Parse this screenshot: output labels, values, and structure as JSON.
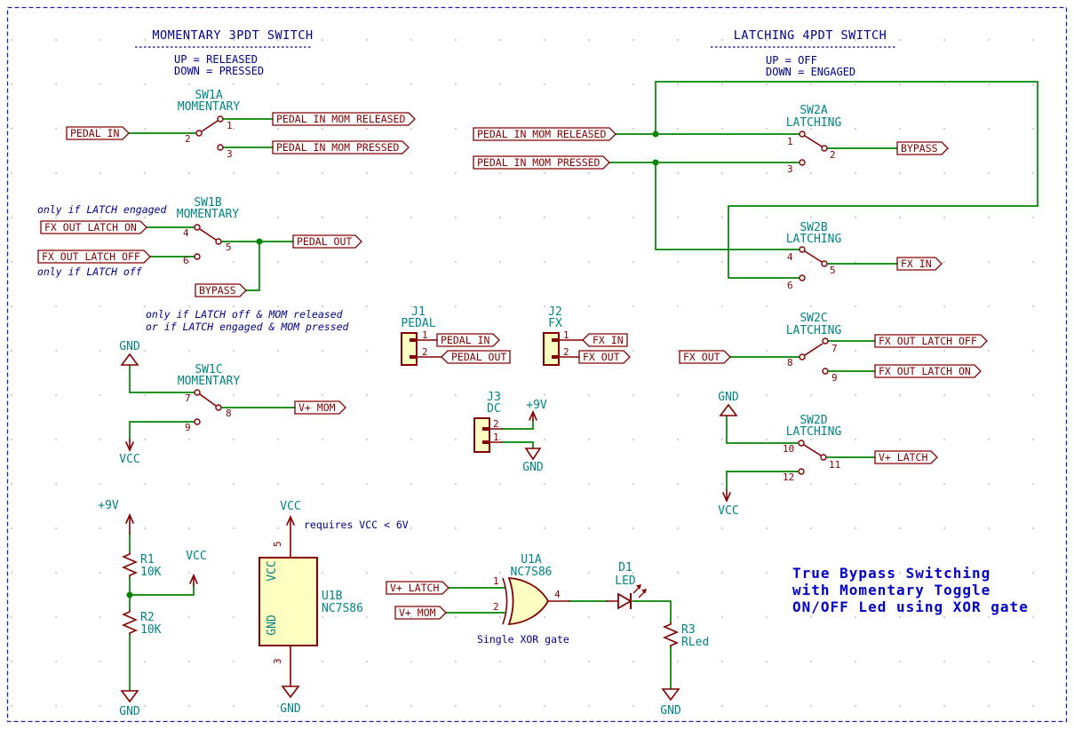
{
  "colors": {
    "wire": "#008400",
    "symbol_outline": "#840000",
    "component_body_fill": "#FFFFC2",
    "reference_text": "#008484",
    "note_text": "#00008C",
    "title_text": "#0000C8",
    "sheet_border": "#2020B0",
    "background": "#FFFFFF"
  },
  "headers": {
    "momentary": {
      "title": "MOMENTARY 3PDT SWITCH",
      "line1": "UP = RELEASED",
      "line2": "DOWN = PRESSED"
    },
    "latching": {
      "title": "LATCHING 4PDT SWITCH",
      "line1": "UP = OFF",
      "line2": "DOWN = ENGAGED"
    }
  },
  "notes": {
    "latch_engaged": "only if LATCH engaged",
    "latch_off": "only if LATCH off",
    "cond_line1": "only if LATCH off & MOM released",
    "cond_line2": "or if LATCH engaged & MOM pressed",
    "vcc_requirement": "requires VCC < 6V",
    "xor_caption": "Single XOR gate"
  },
  "title_note": {
    "line1": "True Bypass Switching",
    "line2": "with Momentary Toggle",
    "line3": "ON/OFF Led using XOR gate"
  },
  "nets": {
    "pedal_in": "PEDAL_IN",
    "pedal_out": "PEDAL_OUT",
    "pedal_in_mom_released": "PEDAL_IN_MOM_RELEASED",
    "pedal_in_mom_pressed": "PEDAL_IN_MOM_PRESSED",
    "fx_in": "FX_IN",
    "fx_out": "FX_OUT",
    "fx_out_latch_on": "FX_OUT_LATCH_ON",
    "fx_out_latch_off": "FX_OUT_LATCH_OFF",
    "bypass": "BYPASS",
    "v_mom": "V+_MOM",
    "v_latch": "V+_LATCH"
  },
  "power": {
    "p9v": "+9V",
    "vcc": "VCC",
    "gnd": "GND"
  },
  "components": {
    "sw1a": {
      "ref": "SW1A",
      "value": "MOMENTARY",
      "pins": [
        "1",
        "2",
        "3"
      ]
    },
    "sw1b": {
      "ref": "SW1B",
      "value": "MOMENTARY",
      "pins": [
        "4",
        "5",
        "6"
      ]
    },
    "sw1c": {
      "ref": "SW1C",
      "value": "MOMENTARY",
      "pins": [
        "7",
        "8",
        "9"
      ]
    },
    "sw2a": {
      "ref": "SW2A",
      "value": "LATCHING",
      "pins": [
        "1",
        "2",
        "3"
      ]
    },
    "sw2b": {
      "ref": "SW2B",
      "value": "LATCHING",
      "pins": [
        "4",
        "5",
        "6"
      ]
    },
    "sw2c": {
      "ref": "SW2C",
      "value": "LATCHING",
      "pins": [
        "7",
        "8",
        "9"
      ]
    },
    "sw2d": {
      "ref": "SW2D",
      "value": "LATCHING",
      "pins": [
        "10",
        "11",
        "12"
      ]
    },
    "j1": {
      "ref": "J1",
      "value": "PEDAL",
      "pins": [
        "1",
        "2"
      ]
    },
    "j2": {
      "ref": "J2",
      "value": "FX",
      "pins": [
        "1",
        "2"
      ]
    },
    "j3": {
      "ref": "J3",
      "value": "DC",
      "pins": [
        "1",
        "2"
      ]
    },
    "r1": {
      "ref": "R1",
      "value": "10K"
    },
    "r2": {
      "ref": "R2",
      "value": "10K"
    },
    "r3": {
      "ref": "R3",
      "value": "RLed"
    },
    "u1a": {
      "ref": "U1A",
      "value": "NC7S86",
      "pins": [
        "1",
        "2",
        "4"
      ]
    },
    "u1b": {
      "ref": "U1B",
      "value": "NC7S86",
      "pins": [
        "5",
        "3"
      ],
      "pin_names": [
        "VCC",
        "GND"
      ]
    },
    "d1": {
      "ref": "D1",
      "value": "LED"
    }
  }
}
